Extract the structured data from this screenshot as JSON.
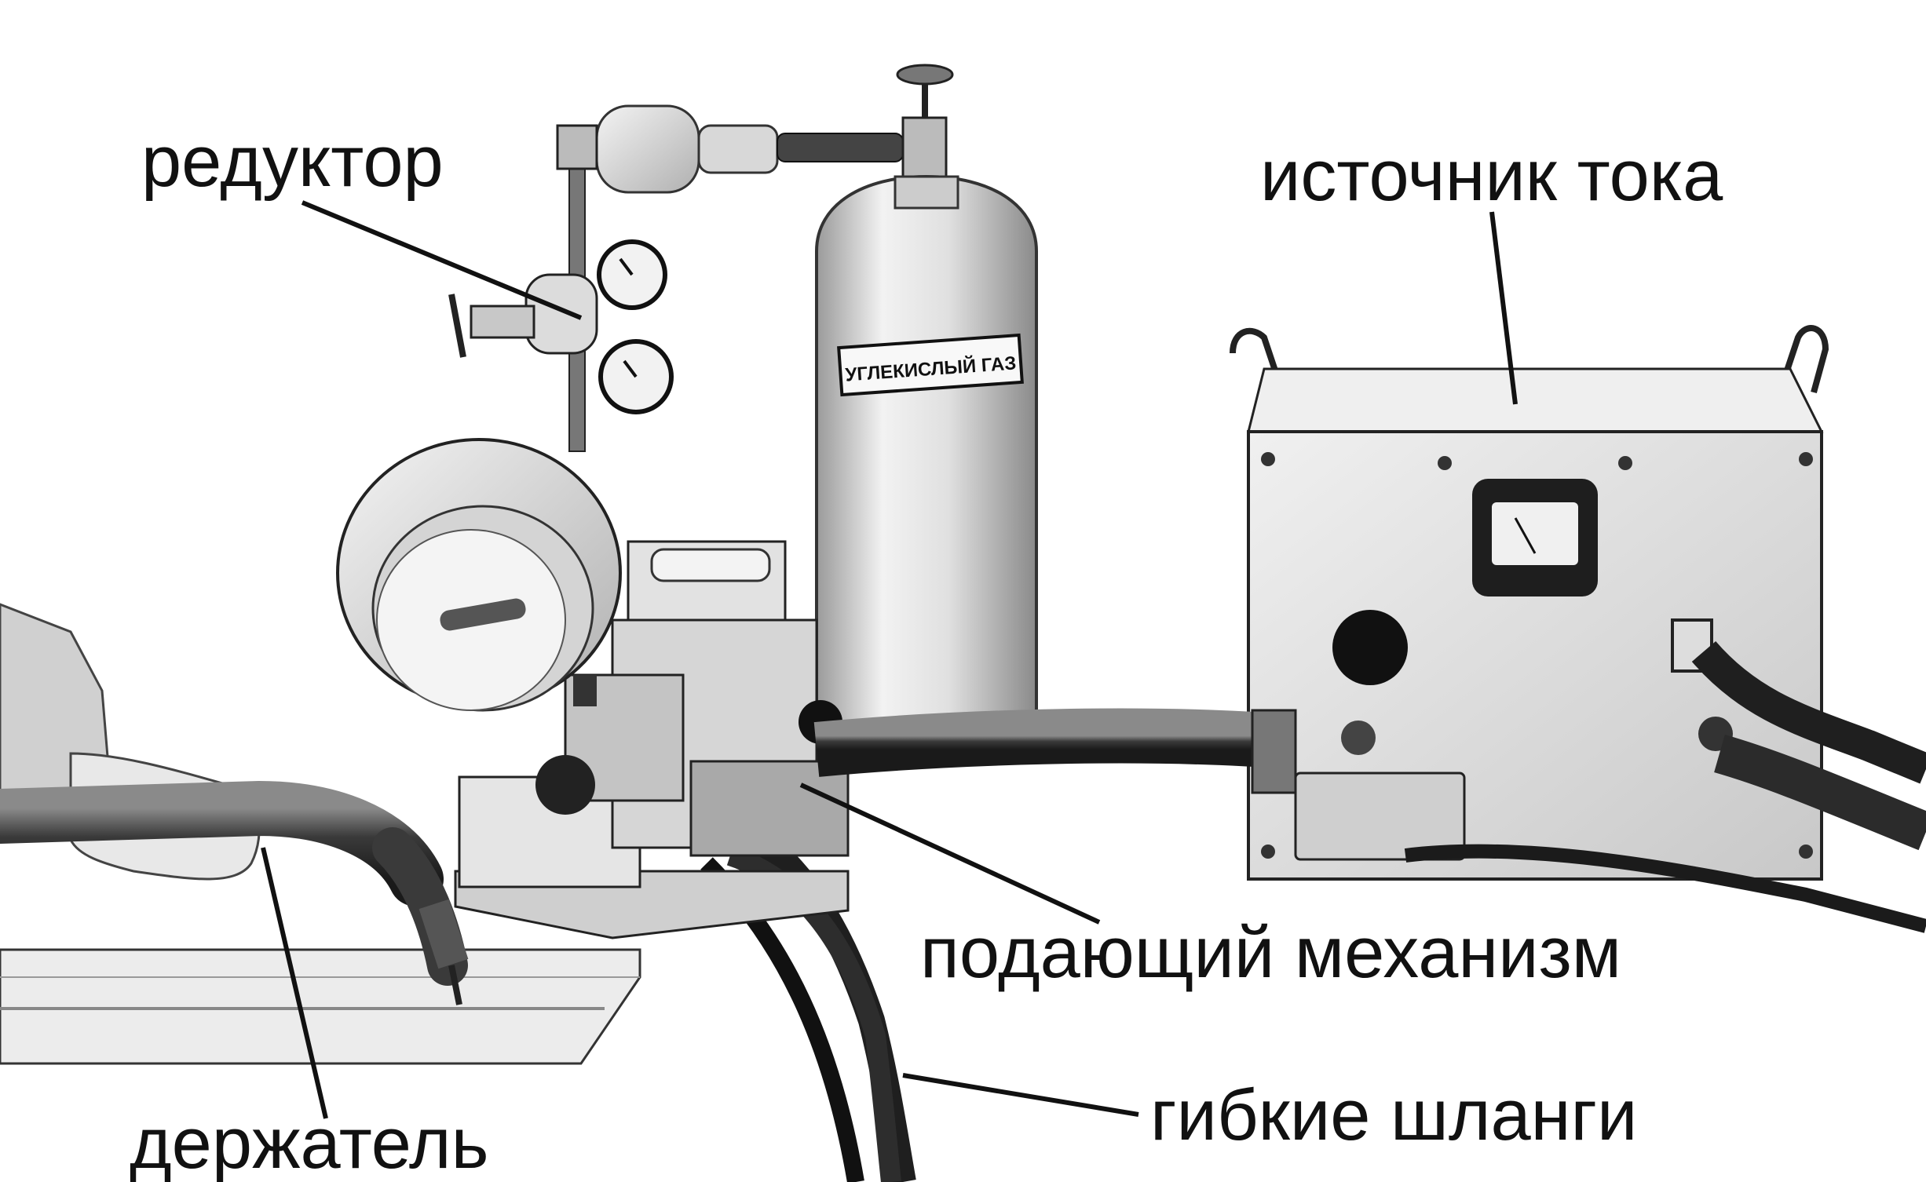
{
  "labels": {
    "reducer": "редуктор",
    "power_source": "источник тока",
    "feed_mechanism": "подающий механизм",
    "holder": "держатель",
    "hoses": "гибкие шланги"
  },
  "cylinder_text": "УГЛЕКИСЛЫЙ ГАЗ",
  "colors": {
    "ink": "#111111",
    "metal_light": "#e6e6e6",
    "metal_mid": "#bdbdbd",
    "metal_dark": "#5a5a5a",
    "background": "#ffffff"
  }
}
